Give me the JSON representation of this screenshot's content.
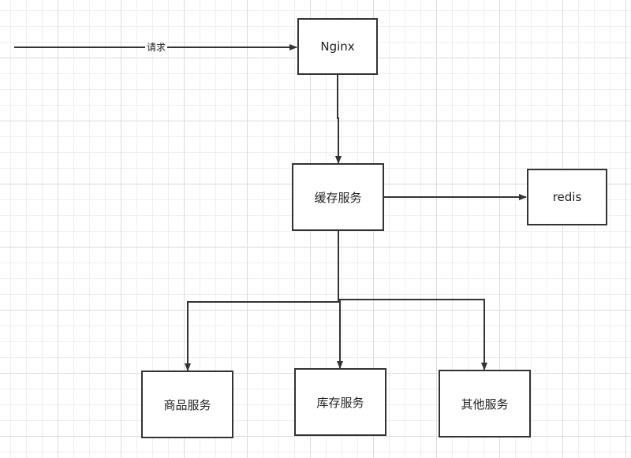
{
  "diagram": {
    "request_label": "请求",
    "nodes": {
      "nginx": "Nginx",
      "cache_service": "缓存服务",
      "redis": "redis",
      "product_service": "商品服务",
      "inventory_service": "库存服务",
      "other_service": "其他服务"
    }
  },
  "colors": {
    "stroke": "#333333",
    "grid_major": "#dcdcdc",
    "grid_minor": "#efefef",
    "background": "#ffffff"
  }
}
